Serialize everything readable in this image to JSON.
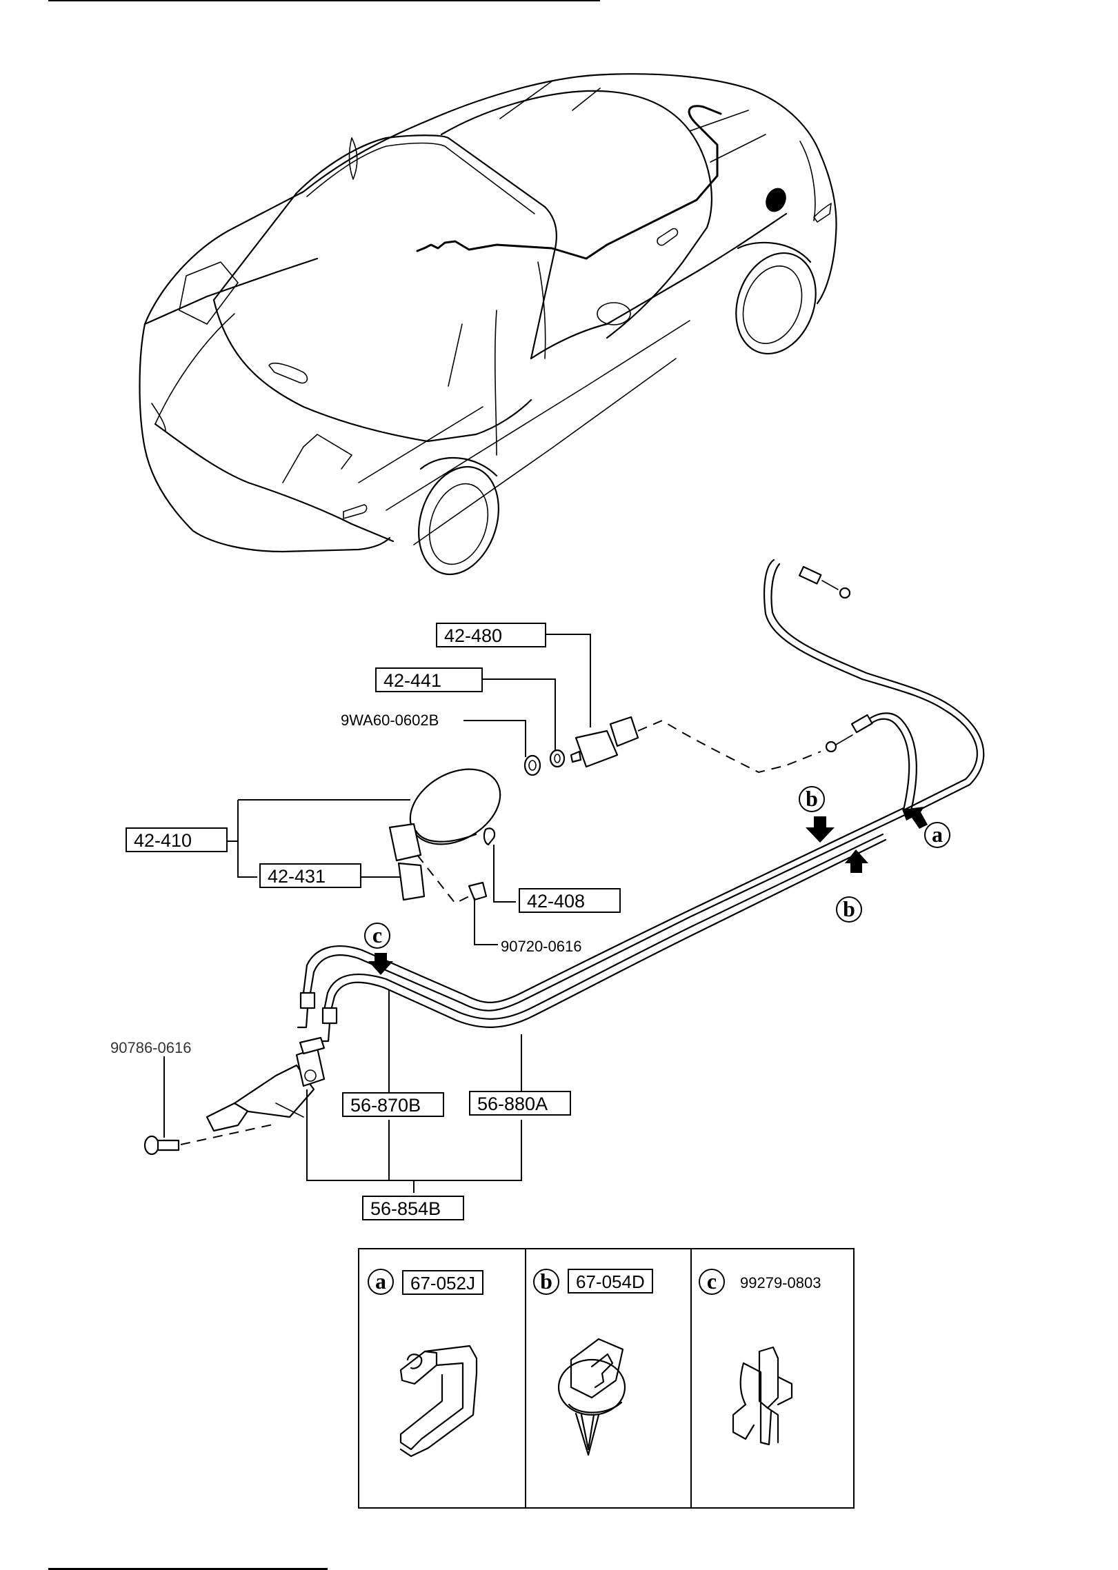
{
  "diagram": {
    "subject": "Fuel lid opener cable and fuel filler lid assembly (roadster)",
    "part_labels": {
      "p42_480": "42-480",
      "p42_441": "42-441",
      "p9wa60": "9WA60-0602B",
      "p42_410": "42-410",
      "p42_431": "42-431",
      "p42_408": "42-408",
      "p90720": "90720-0616",
      "p90786": "90786-0616",
      "p56_870b": "56-870B",
      "p56_880a": "56-880A",
      "p56_854b": "56-854B"
    },
    "callouts": {
      "a": "a",
      "b": "b",
      "c": "c"
    },
    "legend": [
      {
        "marker": "a",
        "part_number": "67-052J",
        "boxed": true,
        "depicts": "cable clamp"
      },
      {
        "marker": "b",
        "part_number": "67-054D",
        "boxed": true,
        "depicts": "push clip"
      },
      {
        "marker": "c",
        "part_number": "99279-0803",
        "boxed": false,
        "depicts": "cable clip"
      }
    ]
  }
}
